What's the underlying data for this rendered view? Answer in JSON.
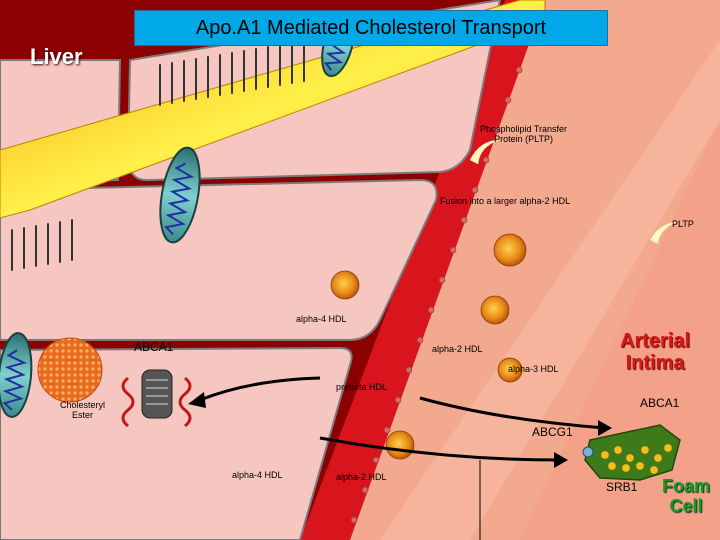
{
  "title": "Apo.A1 Mediated Cholesterol Transport",
  "region_labels": {
    "liver": "Liver",
    "arterial_intima_line1": "Arterial",
    "arterial_intima_line2": "Intima",
    "foam_cell_line1": "Foam",
    "foam_cell_line2": "Cell"
  },
  "labels": {
    "pltp_full_line1": "Phospholipid Transfer",
    "pltp_full_line2": "Protein (PLTP)",
    "fusion": "Fusion into a larger alpha-2 HDL",
    "pltp": "PLTP",
    "alpha4_upper": "alpha-4 HDL",
    "abca1_left": "ABCA1",
    "alpha2_mid": "alpha-2 HDL",
    "alpha3": "alpha-3 HDL",
    "prebeta": "prebeta HDL",
    "cholesteryl_line1": "Cholesteryl",
    "cholesteryl_line2": "Ester",
    "abca1_right": "ABCA1",
    "abcg1": "ABCG1",
    "alpha4_lower": "alpha-4 HDL",
    "alpha2_lower": "alpha-2 HDL",
    "srb1": "SRB1"
  },
  "colors": {
    "liver_dark": "#8b0000",
    "vessel_red": "#d8141c",
    "cell_pink": "#f6c6c0",
    "blood_peach": "#f3a98e",
    "intima_pink": "#f7b0a0",
    "title_blue": "#00a8e8",
    "hdl_orange": "#e87818",
    "foam_green": "#3c7a1a"
  }
}
